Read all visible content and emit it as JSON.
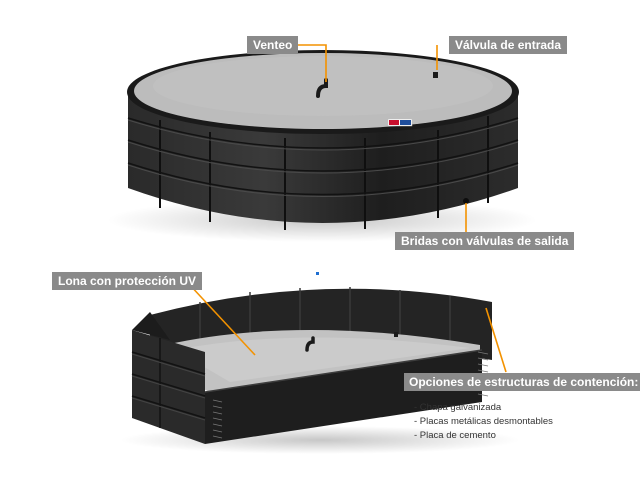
{
  "labels": {
    "venteo": "Venteo",
    "valvula_entrada": "Válvula de entrada",
    "bridas": "Bridas con válvulas de salida",
    "lona": "Lona con protección UV",
    "opciones": "Opciones de estructuras de contención:"
  },
  "options": [
    "- Chapa galvanizada",
    "- Placas metálicas desmontables",
    "- Placa de cemento"
  ],
  "colors": {
    "accent": "#f39200",
    "label_bg": "#8a8a8a",
    "panel_dark": "#1c1c1c",
    "liner_gray": "#bdbdbd"
  }
}
